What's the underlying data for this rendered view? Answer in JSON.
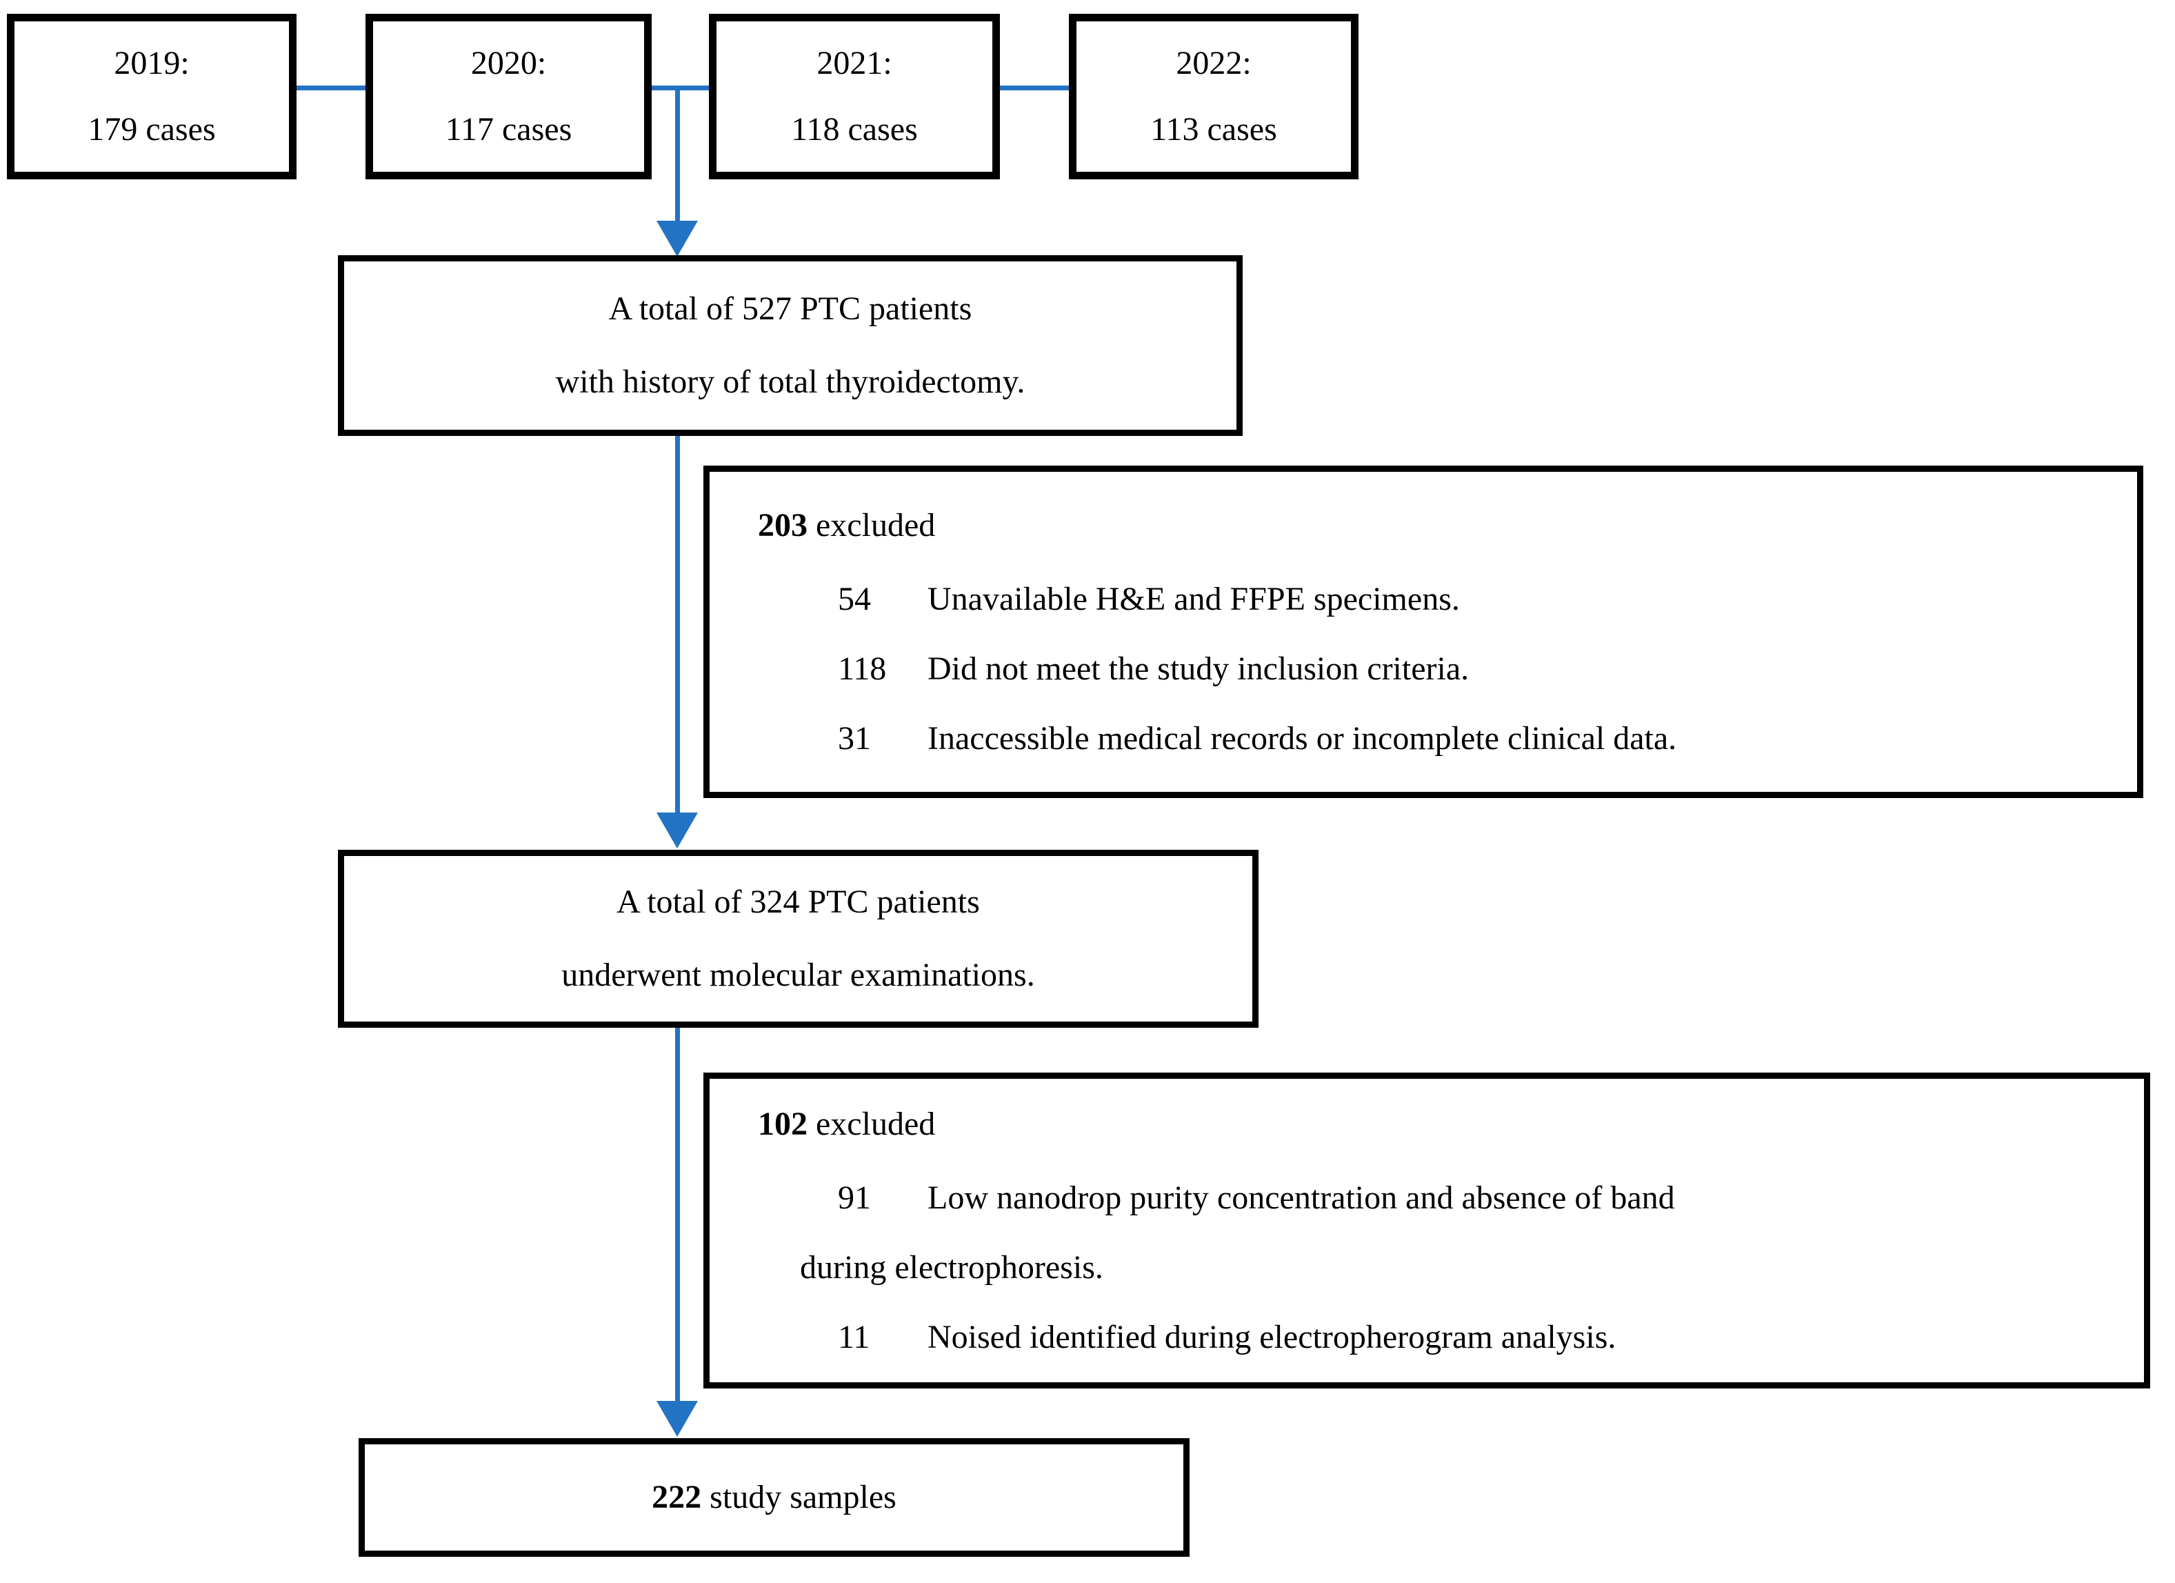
{
  "diagram": {
    "years": [
      {
        "year": "2019:",
        "cases": "179 cases"
      },
      {
        "year": "2020:",
        "cases": "117 cases"
      },
      {
        "year": "2021:",
        "cases": "118 cases"
      },
      {
        "year": "2022:",
        "cases": "113 cases"
      }
    ],
    "total1": {
      "line1": "A total of 527 PTC patients",
      "line2": "with history of total thyroidectomy."
    },
    "excl1": {
      "count": "203",
      "label": "excluded",
      "items": [
        {
          "num": "54",
          "text": "Unavailable H&E and FFPE specimens."
        },
        {
          "num": "118",
          "text": "Did not meet the study inclusion criteria."
        },
        {
          "num": "31",
          "text": "Inaccessible medical records or incomplete clinical data."
        }
      ]
    },
    "total2": {
      "line1": "A total of 324 PTC patients",
      "line2": "underwent molecular examinations."
    },
    "excl2": {
      "count": "102",
      "label": "excluded",
      "items": [
        {
          "num": "91",
          "text": "Low nanodrop purity concentration and absence of band",
          "cont": "during electrophoresis."
        },
        {
          "num": "11",
          "text": "Noised identified during electropherogram analysis."
        }
      ]
    },
    "final": {
      "count": "222",
      "label": "study samples"
    }
  },
  "colors": {
    "arrow": "#2373C4",
    "border": "#000000",
    "text": "#000000",
    "background": "#FFFFFF"
  }
}
